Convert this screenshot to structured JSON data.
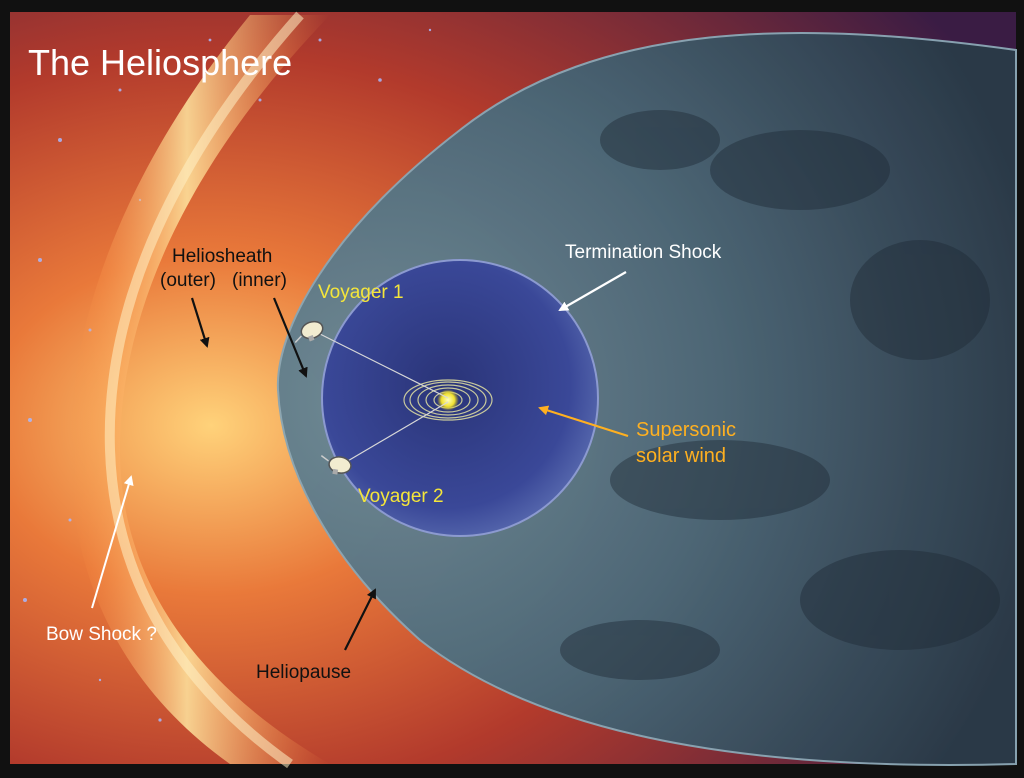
{
  "slide": {
    "title": "The Heliosphere"
  },
  "labels": {
    "heliosheath": "Heliosheath",
    "heliosheath_outer": "(outer)",
    "heliosheath_inner": "(inner)",
    "voyager1": "Voyager 1",
    "voyager2": "Voyager 2",
    "termination_shock": "Termination Shock",
    "supersonic_line1": "Supersonic",
    "supersonic_line2": "solar wind",
    "bow_shock": "Bow Shock ?",
    "heliopause": "Heliopause"
  },
  "colors": {
    "slide_border": "#111111",
    "label_white": "#ffffff",
    "label_yellow": "#f5e63a",
    "label_orange": "#ffb020",
    "heliosphere_fill": "#4f6e80",
    "inner_sphere_fill": "#33408c",
    "bow_shock_glow": "#ffe9a8",
    "background_nebula": "#c8442a"
  }
}
